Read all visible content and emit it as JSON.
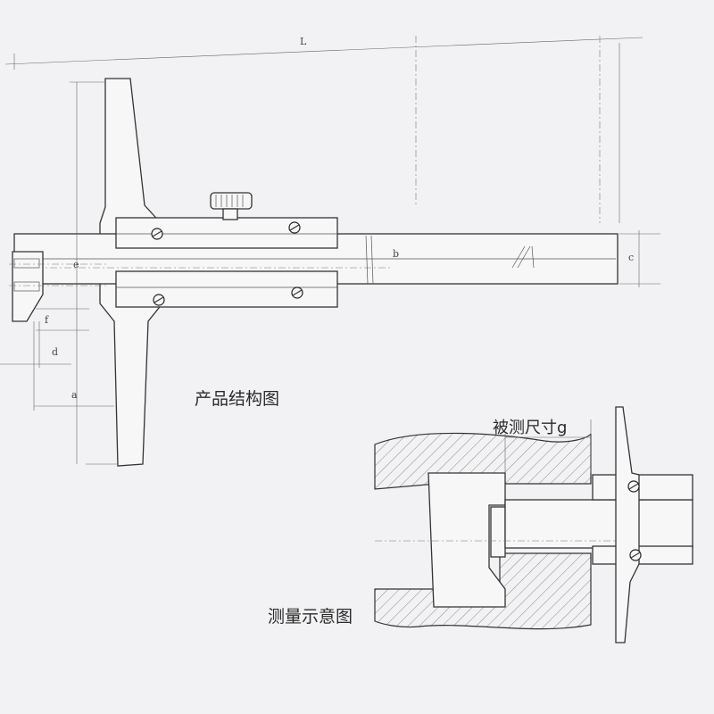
{
  "captions": {
    "product_structure": "产品结构图",
    "measurement": "测量示意图",
    "measured_size": "被测尺寸g"
  },
  "dimension_labels": {
    "L": "L",
    "e": "e",
    "f": "f",
    "d": "d",
    "a": "a",
    "c": "c",
    "b": "b"
  },
  "colors": {
    "background": "#f2f2f4",
    "line": "#333333",
    "hatch": "#888888"
  }
}
